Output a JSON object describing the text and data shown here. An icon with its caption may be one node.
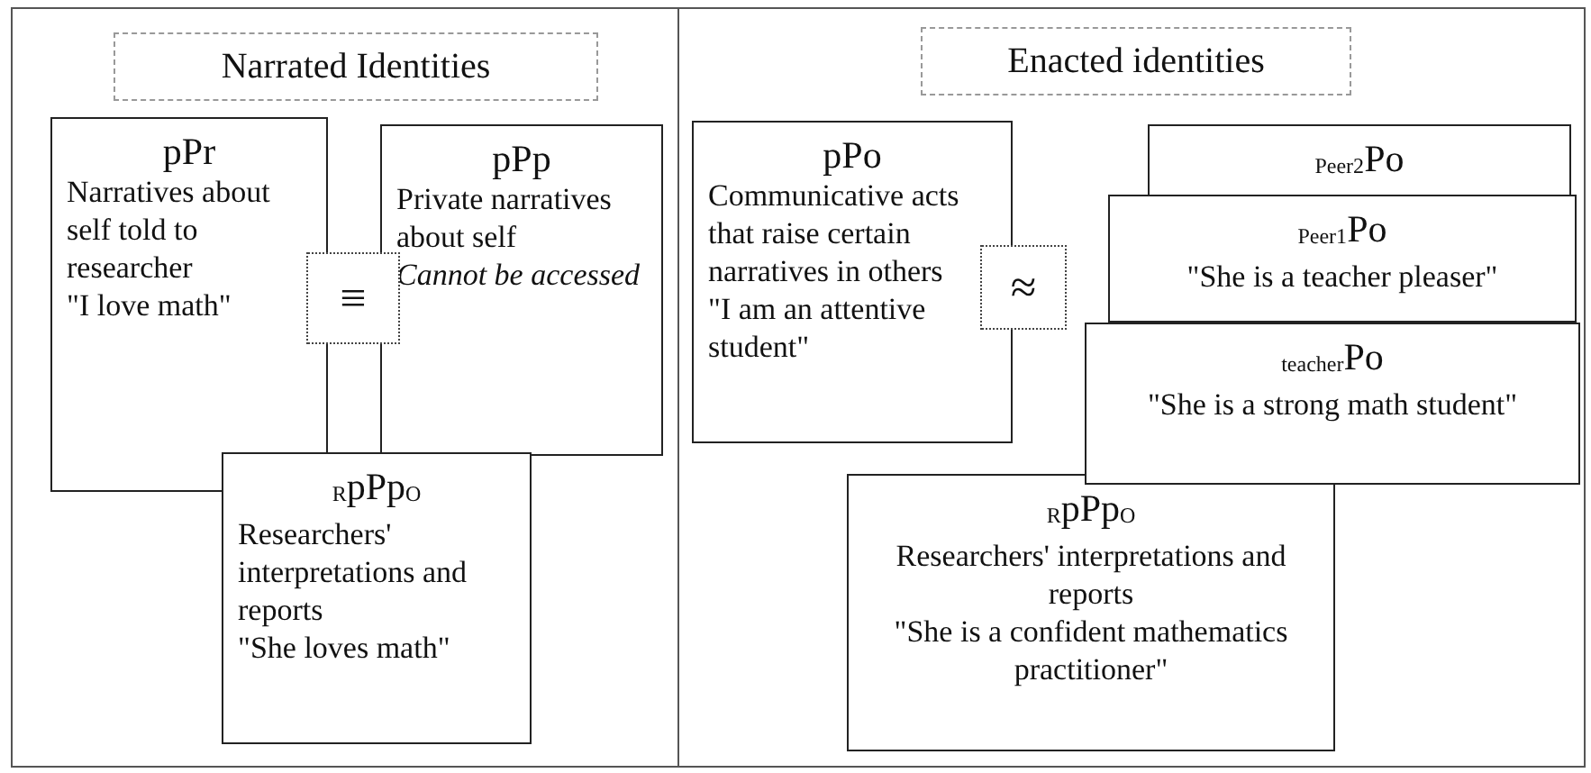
{
  "diagram": {
    "nodes": [
      {
        "text": [],
        "shape": "box"
      },
      {
        "text": [
          "Narrated Identities"
        ],
        "in": 0
      },
      {
        "text": [
          "pPr",
          "Narratives about self told to researcher",
          "\"I love math\""
        ],
        "in": 0
      },
      {
        "text": [
          "≡"
        ],
        "in": 0
      },
      {
        "text": [
          "pPp",
          "Private narratives about self",
          "Cannot be accessed"
        ],
        "in": 0
      },
      {
        "text": [
          "$_{R}$pPp$_{O}$",
          "Researchers' interpretations and reports",
          "\"She loves math\""
        ],
        "in": 0
      },
      {
        "text": [],
        "shape": "box"
      },
      {
        "text": [
          "Enacted identities"
        ],
        "in": 6
      },
      {
        "text": [
          "pPo",
          "Communicative acts that raise certain narratives in others",
          "\"I am an attentive student\""
        ],
        "in": 6
      },
      {
        "text": [
          "≈"
        ],
        "in": 6
      },
      {
        "text": [
          "$_{Peer2}$Po"
        ],
        "in": 6
      },
      {
        "text": [
          "$_{Peer1}$Po",
          "\"She is a teacher pleaser\""
        ],
        "in": 6
      },
      {
        "text": [
          "$_{teacher}$Po",
          "\"She is a strong math student\""
        ],
        "in": 6
      },
      {
        "text": [
          "$_{R}$pPp$_{O}$",
          "Researchers' interpretations and reports",
          "\"She is a confident mathematics practitioner\""
        ],
        "in": 6
      }
    ]
  }
}
